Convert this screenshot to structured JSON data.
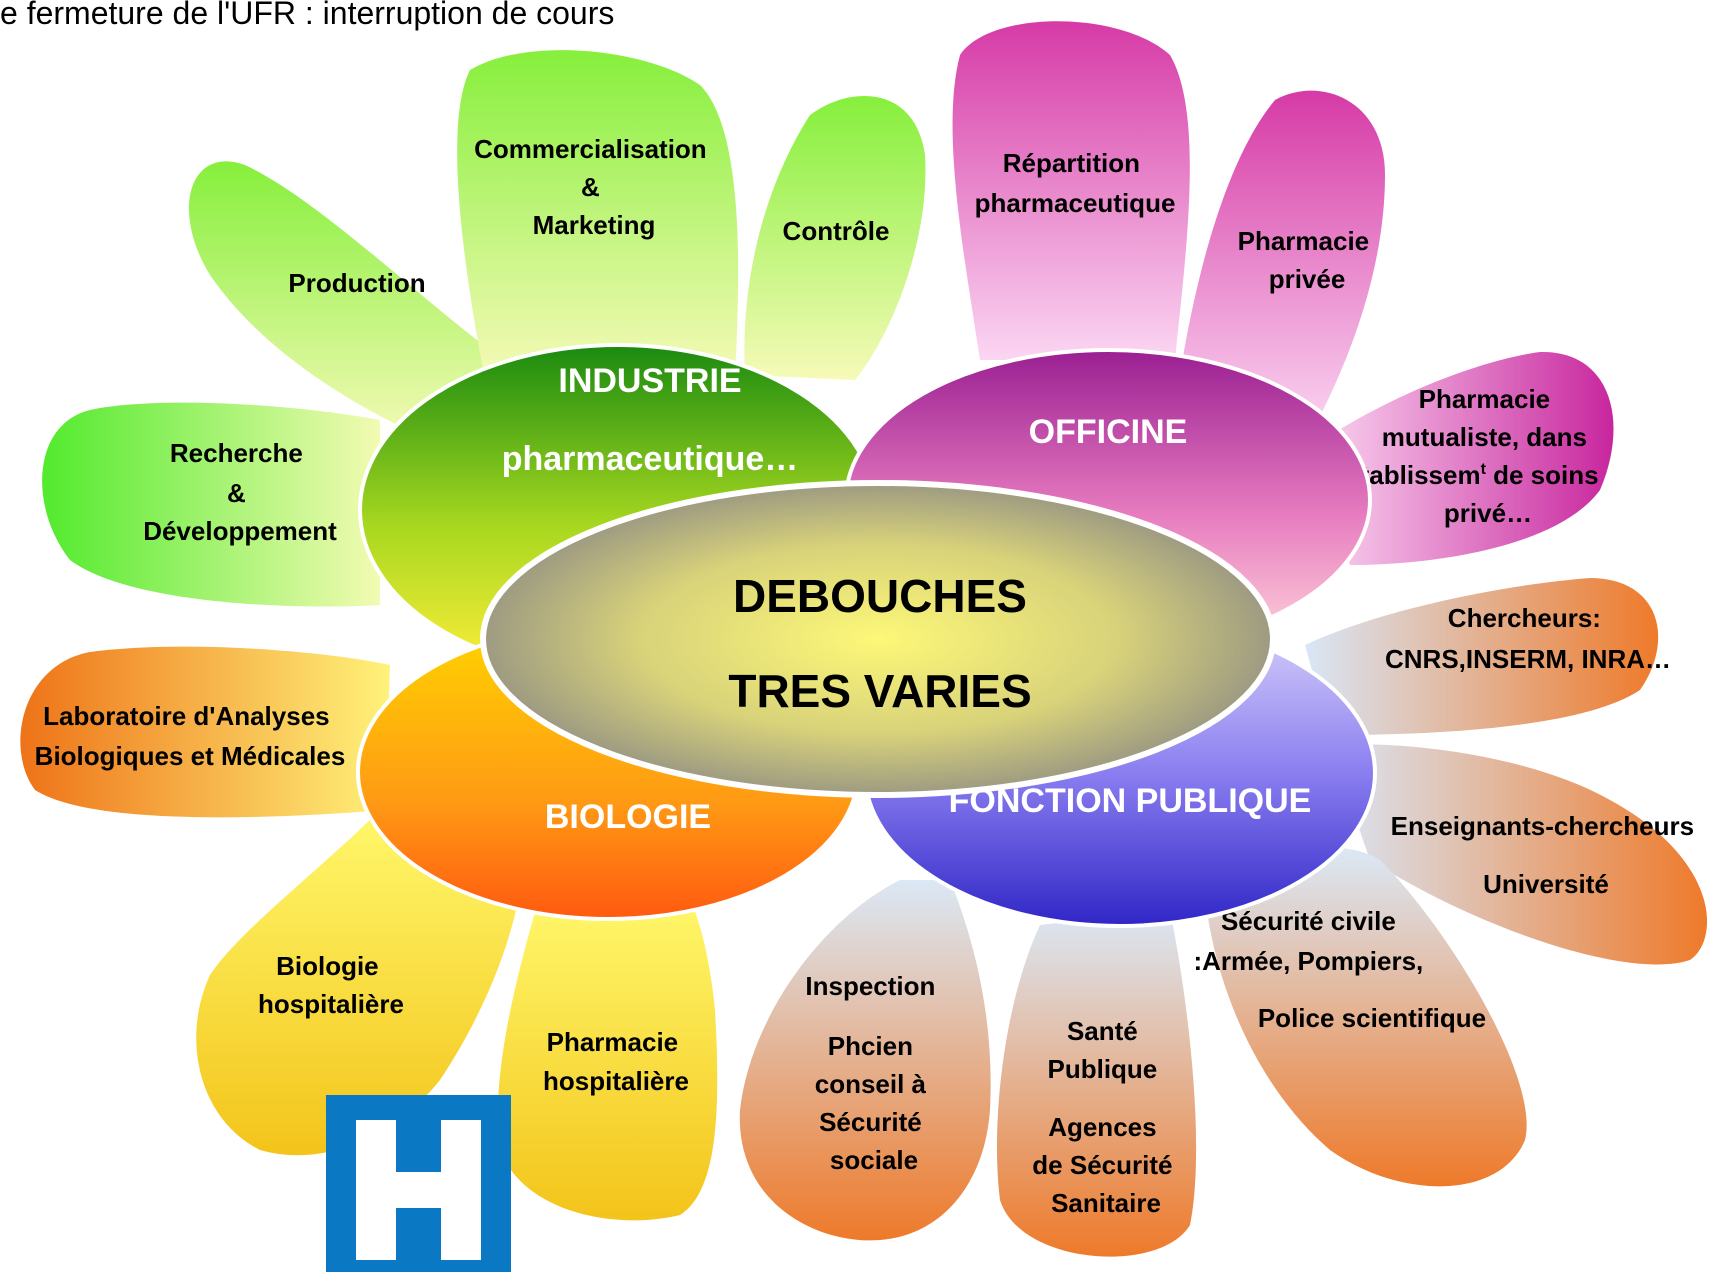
{
  "heading": "e fermeture de l'UFR : interruption de cours",
  "center": {
    "line1": "DEBOUCHES",
    "line2": "TRES VARIES"
  },
  "categories": {
    "industrie": {
      "line1": "INDUSTRIE",
      "line2": "pharmaceutique…"
    },
    "officine": {
      "label": "OFFICINE"
    },
    "biologie": {
      "label": "BIOLOGIE"
    },
    "fonction_publique": {
      "label": "FONCTION  PUBLIQUE"
    }
  },
  "petals": {
    "recherche": [
      "Recherche",
      "&",
      "Développement"
    ],
    "production": [
      "Production"
    ],
    "commercialisation": [
      "Commercialisation",
      "&",
      "Marketing"
    ],
    "controle": [
      "Contrôle"
    ],
    "repartition": [
      "Répartition",
      "pharmaceutique"
    ],
    "pharmacie_privee": [
      "Pharmacie",
      "privée"
    ],
    "pharmacie_mutualiste": [
      "Pharmacie",
      "mutualiste, dans",
      "établissem",
      "t",
      " de soins",
      "privé…"
    ],
    "chercheurs": [
      "Chercheurs:",
      "CNRS,INSERM, INRA…"
    ],
    "enseignants": [
      "Enseignants-chercheurs",
      "Université"
    ],
    "securite_civile": [
      "Sécurité civile",
      ":Armée, Pompiers,",
      "Police scientifique"
    ],
    "sante_publique": [
      "Santé",
      "Publique",
      "Agences",
      "de Sécurité",
      "Sanitaire"
    ],
    "inspection": [
      "Inspection",
      "Phcien",
      "conseil à",
      "Sécurité",
      "sociale"
    ],
    "pharmacie_hospitaliere": [
      "Pharmacie",
      "hospitalière"
    ],
    "biologie_hospitaliere": [
      "Biologie",
      "hospitalière"
    ],
    "laboratoire": [
      "Laboratoire d'Analyses",
      "Biologiques et Médicales"
    ]
  },
  "hospital_sign": {
    "letter": "H"
  },
  "colors": {
    "green": "#5ee83a",
    "magenta": "#c8269e",
    "orange": "#ee7a2a",
    "yellow": "#ffe23a",
    "blue": "#4a40d8",
    "hospital_blue": "#0a78c2"
  }
}
